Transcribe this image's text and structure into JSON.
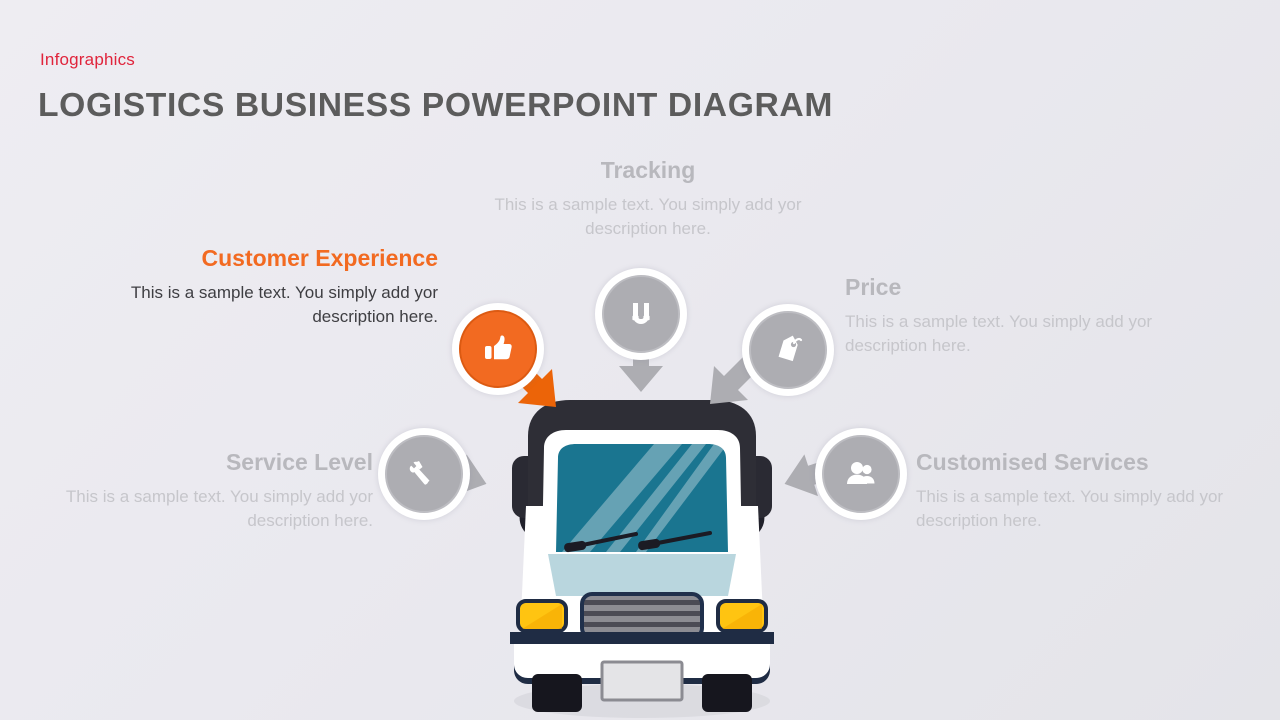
{
  "header": {
    "kicker": "Infographics",
    "title": "LOGISTICS BUSINESS POWERPOINT DIAGRAM"
  },
  "colors": {
    "accent_orange": "#f26a21",
    "kicker_red": "#e0243c",
    "title_gray": "#5c5c5c",
    "muted_title": "#b8b8bd",
    "muted_body": "#c6c6cb",
    "body_dark": "#3e3e42",
    "pin_gray": "#adadb2",
    "background_from": "#eeedf2",
    "background_to": "#e4e4e9",
    "truck_cab": "#2e2e36",
    "windshield": "#1a7590",
    "hood": "#b9d6de",
    "headlight": "#ffc411",
    "bumper": "#1f2c44"
  },
  "items": [
    {
      "key": "tracking",
      "title": "Tracking",
      "body": "This is a sample text. You simply add yor description here.",
      "icon": "magnet-icon",
      "align": "center",
      "state": "muted",
      "arrow": "down"
    },
    {
      "key": "customer",
      "title": "Customer Experience",
      "body": "This is a sample text. You simply add yor description here.",
      "icon": "thumbs-up-icon",
      "align": "right",
      "state": "active",
      "arrow": "down-right"
    },
    {
      "key": "price",
      "title": "Price",
      "body": "This is a sample text. You simply add yor description here.",
      "icon": "price-tag-icon",
      "align": "left",
      "state": "muted",
      "arrow": "down-left"
    },
    {
      "key": "service",
      "title": "Service Level",
      "body": "This is a sample text. You simply add yor description here.",
      "icon": "tools-icon",
      "align": "right",
      "state": "muted",
      "arrow": "right"
    },
    {
      "key": "customised",
      "title": "Customised Services",
      "body": "This is a sample text. You simply add yor description here.",
      "icon": "users-icon",
      "align": "left",
      "state": "muted",
      "arrow": "left"
    }
  ],
  "illustration": {
    "name": "delivery-truck-front-illustration",
    "license_plate_text": ""
  }
}
